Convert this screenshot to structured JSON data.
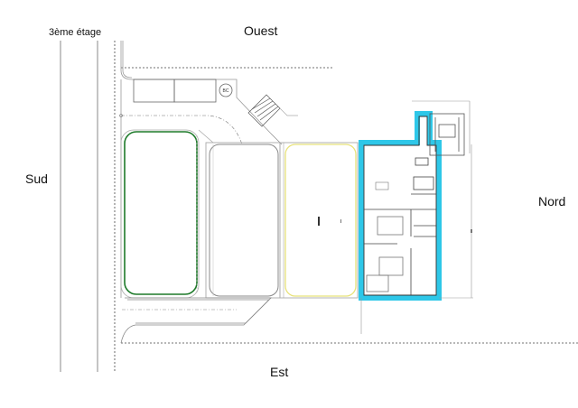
{
  "plan": {
    "floor_label": "3ème étage",
    "orientation": {
      "north": "Nord",
      "south": "Sud",
      "east": "Est",
      "west": "Ouest"
    },
    "colors": {
      "background": "#ffffff",
      "line": "#555555",
      "light_line": "#aaaaaa",
      "green_outline": "#1e7a2a",
      "yellow_outline": "#e8e27a",
      "highlight_cyan": "#2ec7e8",
      "text": "#111111"
    },
    "zones": [
      {
        "id": "zone-green",
        "outline": "green"
      },
      {
        "id": "zone-grey",
        "outline": "grey"
      },
      {
        "id": "zone-yellow",
        "outline": "yellow"
      },
      {
        "id": "apartment",
        "outline": "cyan"
      }
    ]
  }
}
